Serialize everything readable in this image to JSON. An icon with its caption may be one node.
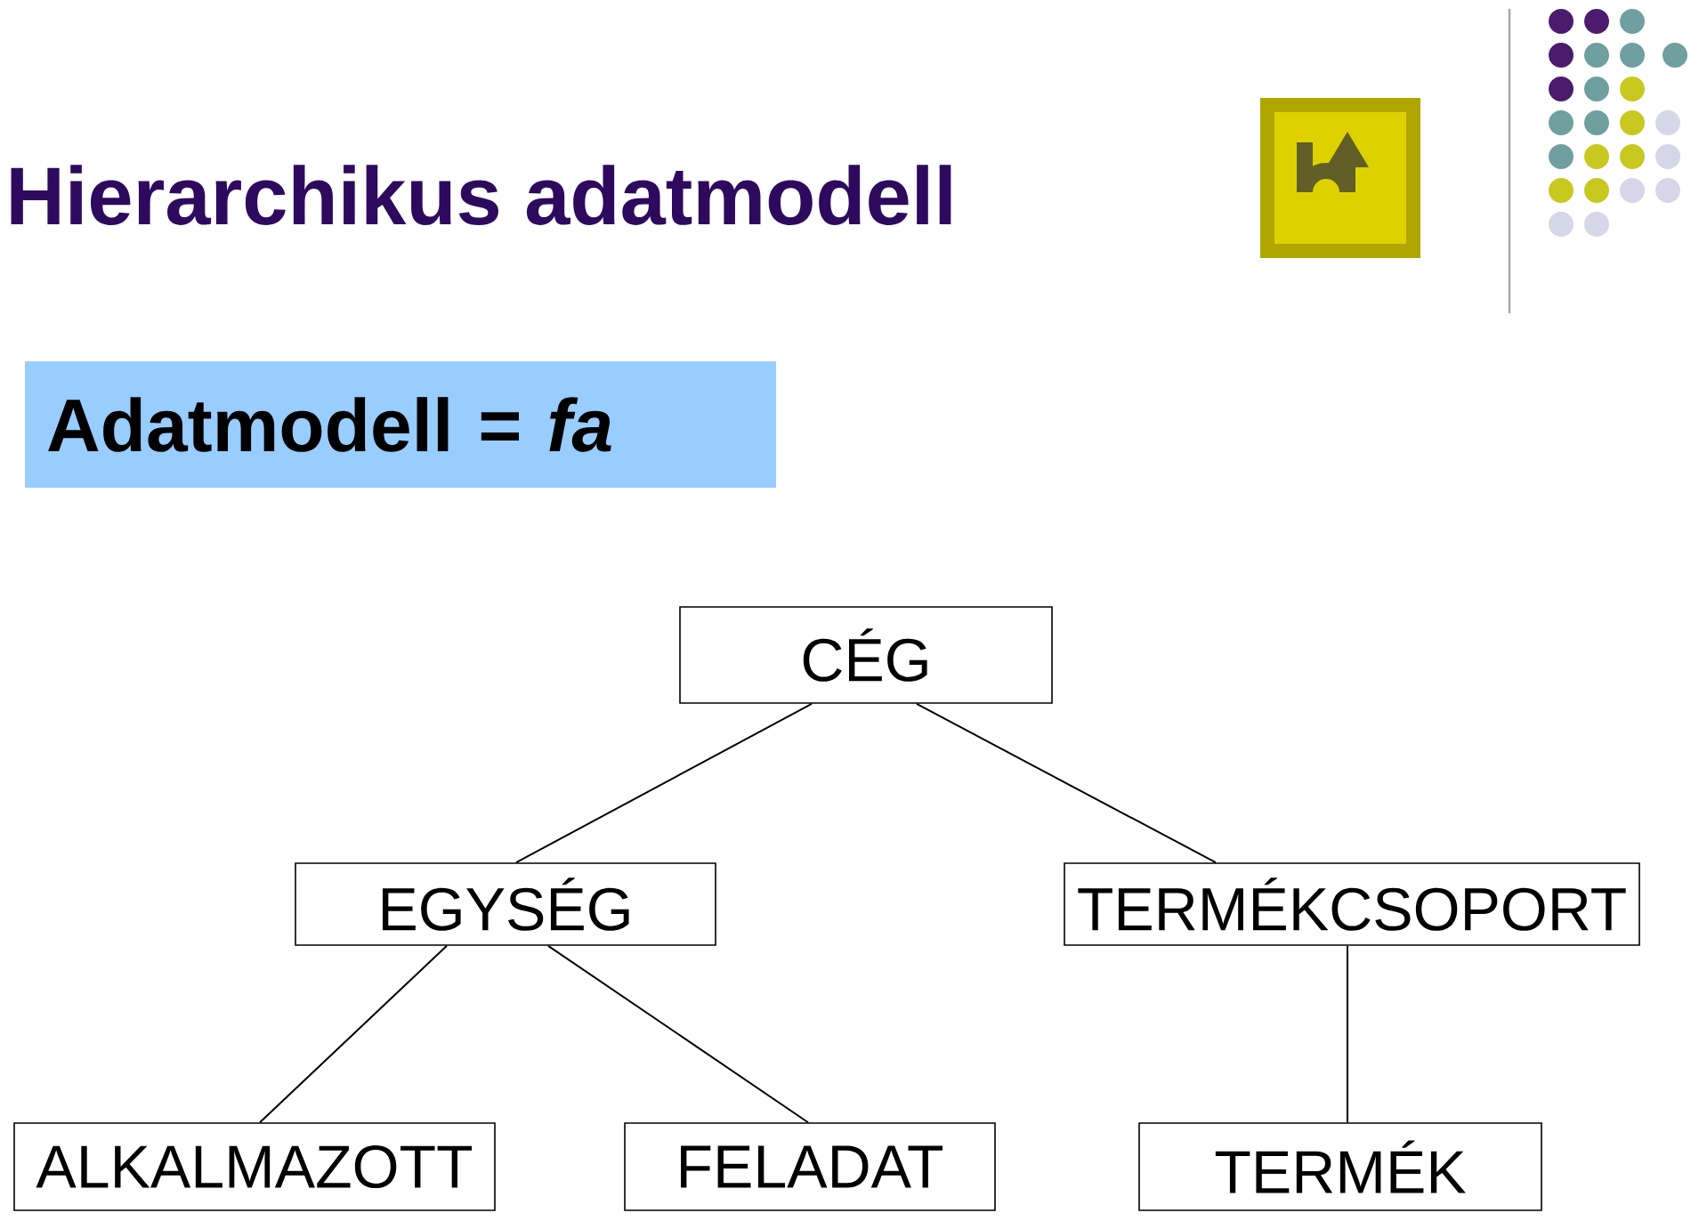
{
  "diagram": {
    "title": "Hierarchikus adatmodell",
    "nodes": [
      {
        "text": [
          "Adatmodell = *fa*"
        ]
      },
      {
        "text": [
          "CÉG"
        ]
      },
      {
        "text": [
          "EGYSÉG"
        ]
      },
      {
        "text": [
          "TERMÉKCSOPORT"
        ]
      },
      {
        "text": [
          "ALKALMAZOTT"
        ]
      },
      {
        "text": [
          "FELADAT"
        ]
      },
      {
        "text": [
          "TERMÉK"
        ]
      }
    ],
    "edges": [
      {
        "from": 1,
        "to": 2,
        "arrow": "none"
      },
      {
        "from": 1,
        "to": 3,
        "arrow": "none"
      },
      {
        "from": 2,
        "to": 4,
        "arrow": "none"
      },
      {
        "from": 2,
        "to": 5,
        "arrow": "none"
      },
      {
        "from": 3,
        "to": 6,
        "arrow": "none"
      }
    ]
  }
}
